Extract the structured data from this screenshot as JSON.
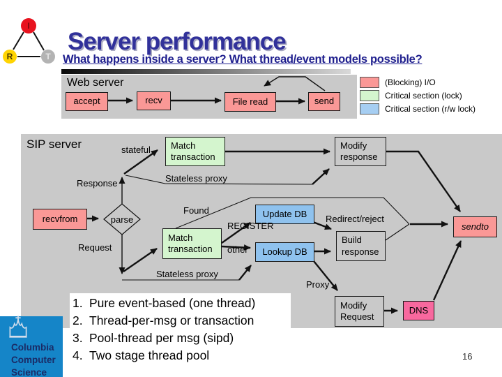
{
  "header": {
    "title": "Server performance",
    "subtitle": "What happens inside a server? What thread/event models possible?"
  },
  "corner_logo": {
    "node_top": "I",
    "node_left": "R",
    "node_right": "T"
  },
  "legend": {
    "items": [
      {
        "label": "(Blocking) I/O",
        "color": "#FA9896"
      },
      {
        "label": "Critical section (lock)",
        "color": "#D4F5CE"
      },
      {
        "label": "Critical section (r/w lock)",
        "color": "#A6CEF2"
      }
    ]
  },
  "web_server": {
    "title": "Web server",
    "accept": "accept",
    "recv": "recv",
    "file_read": "File read",
    "send": "send"
  },
  "sip_server": {
    "title": "SIP server",
    "match_transaction_stateful": "Match transaction",
    "modify_response": "Modify response",
    "recvfrom": "recvfrom",
    "parse": "parse",
    "match_transaction": "Match transaction",
    "update_db": "Update DB",
    "lookup_db": "Lookup DB",
    "build_response": "Build response",
    "sendto": "sendto",
    "modify_request": "Modify Request",
    "dns": "DNS",
    "labels": {
      "stateful": "stateful",
      "response": "Response",
      "stateless_proxy_top": "Stateless proxy",
      "request": "Request",
      "found": "Found",
      "register": "REGISTER",
      "other": "other",
      "redirect_reject": "Redirect/reject",
      "stateless_proxy_bottom": "Stateless proxy",
      "proxy": "Proxy"
    }
  },
  "thread_models": {
    "numbers": [
      "1.",
      "2.",
      "3.",
      "4."
    ],
    "items": [
      "Pure event-based (one thread)",
      "Thread-per-msg or transaction",
      "Pool-thread per msg (sipd)",
      "Two stage thread pool"
    ]
  },
  "footer": {
    "page_number": "16",
    "logo_lines": [
      "Columbia",
      "Computer",
      "Science"
    ]
  },
  "colors": {
    "blocking_io_pink": "#FA9896",
    "critical_lock_green": "#D4F5CE",
    "critical_rw_blue": "#8FC2EE",
    "dns_pink": "#F8689E",
    "panel_gray": "#C9C9C9",
    "title_navy": "#31319A",
    "columbia_blue": "#1585C8"
  }
}
